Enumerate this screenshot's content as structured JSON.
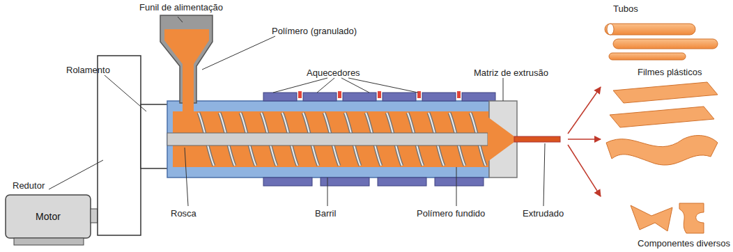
{
  "diagram": {
    "nodes": [
      {
        "text": [
          "Motor"
        ]
      }
    ],
    "labels": [
      "Funil de alimentação",
      "Polímero (granulado)",
      "Aquecedores",
      "Matriz de extrusão",
      "Tubos",
      "Rolamento",
      "Filmes plásticos",
      "Redutor",
      "Rosca",
      "Barril",
      "Polímero fundido",
      "Extrudado",
      "Componentes diversos"
    ]
  }
}
